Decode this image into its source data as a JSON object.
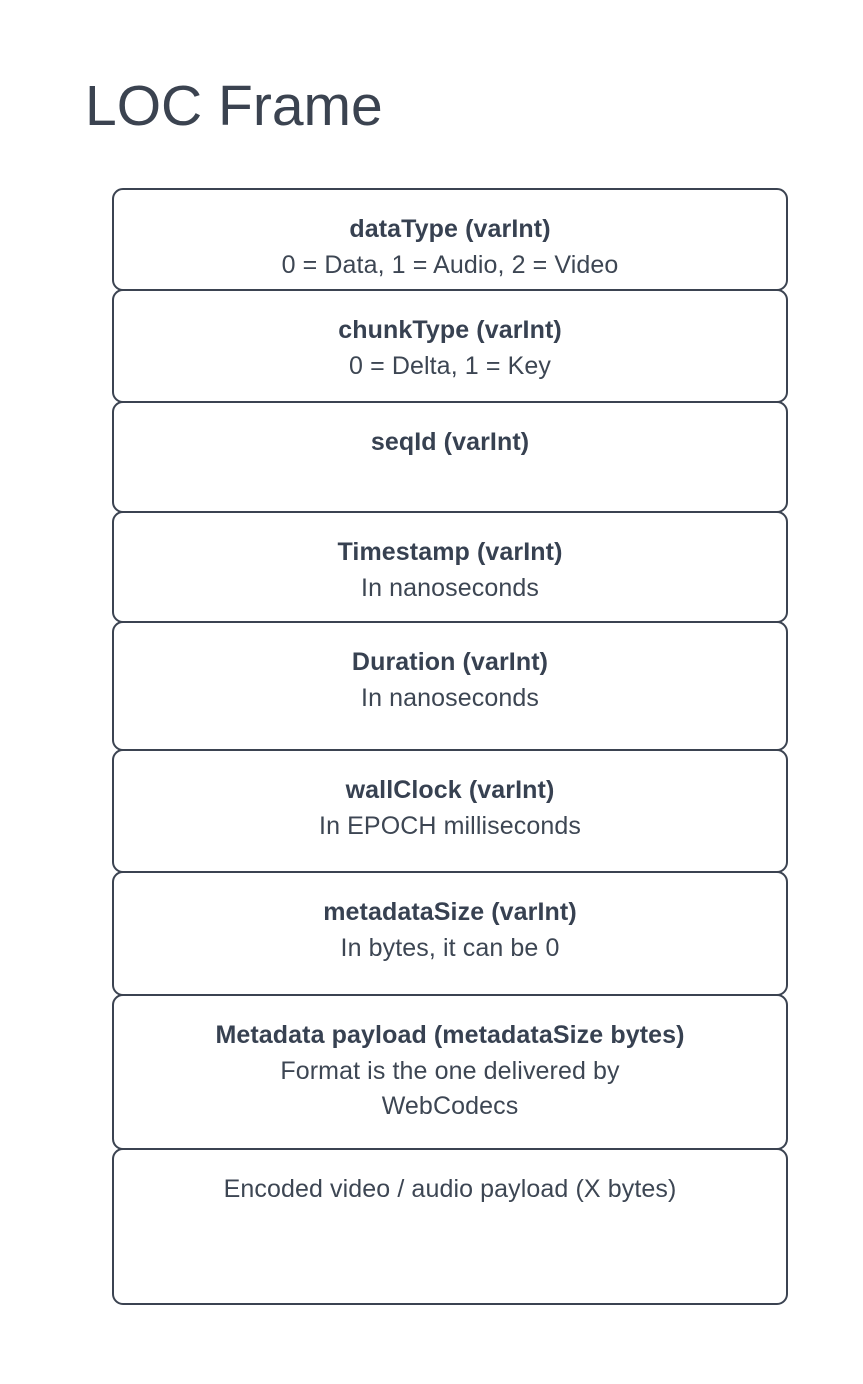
{
  "page": {
    "background_color": "#ffffff",
    "title": "LOC Frame",
    "title_color": "#3b4350",
    "border_color": "#3b4351",
    "text_color": "#374151"
  },
  "frame": {
    "name": "LOC Frame",
    "fields": [
      {
        "title": "dataType (varInt)",
        "subtitle": "0 = Data, 1 = Audio, 2 = Video",
        "title_bold": true
      },
      {
        "title": "chunkType (varInt)",
        "subtitle": "0 = Delta, 1 = Key",
        "title_bold": true
      },
      {
        "title": "seqId (varInt)",
        "subtitle": "",
        "title_bold": true
      },
      {
        "title": "Timestamp (varInt)",
        "subtitle": "In nanoseconds",
        "title_bold": true
      },
      {
        "title": "Duration (varInt)",
        "subtitle": "In nanoseconds",
        "title_bold": true
      },
      {
        "title": "wallClock (varInt)",
        "subtitle": "In EPOCH milliseconds",
        "title_bold": true
      },
      {
        "title": "metadataSize (varInt)",
        "subtitle": "In bytes, it can be 0",
        "title_bold": true
      },
      {
        "title": "Metadata payload (metadataSize bytes)",
        "subtitle": "Format is the one delivered by WebCodecs",
        "title_bold": true
      },
      {
        "title": "Encoded video / audio payload (X bytes)",
        "subtitle": "",
        "title_bold": false
      }
    ]
  }
}
